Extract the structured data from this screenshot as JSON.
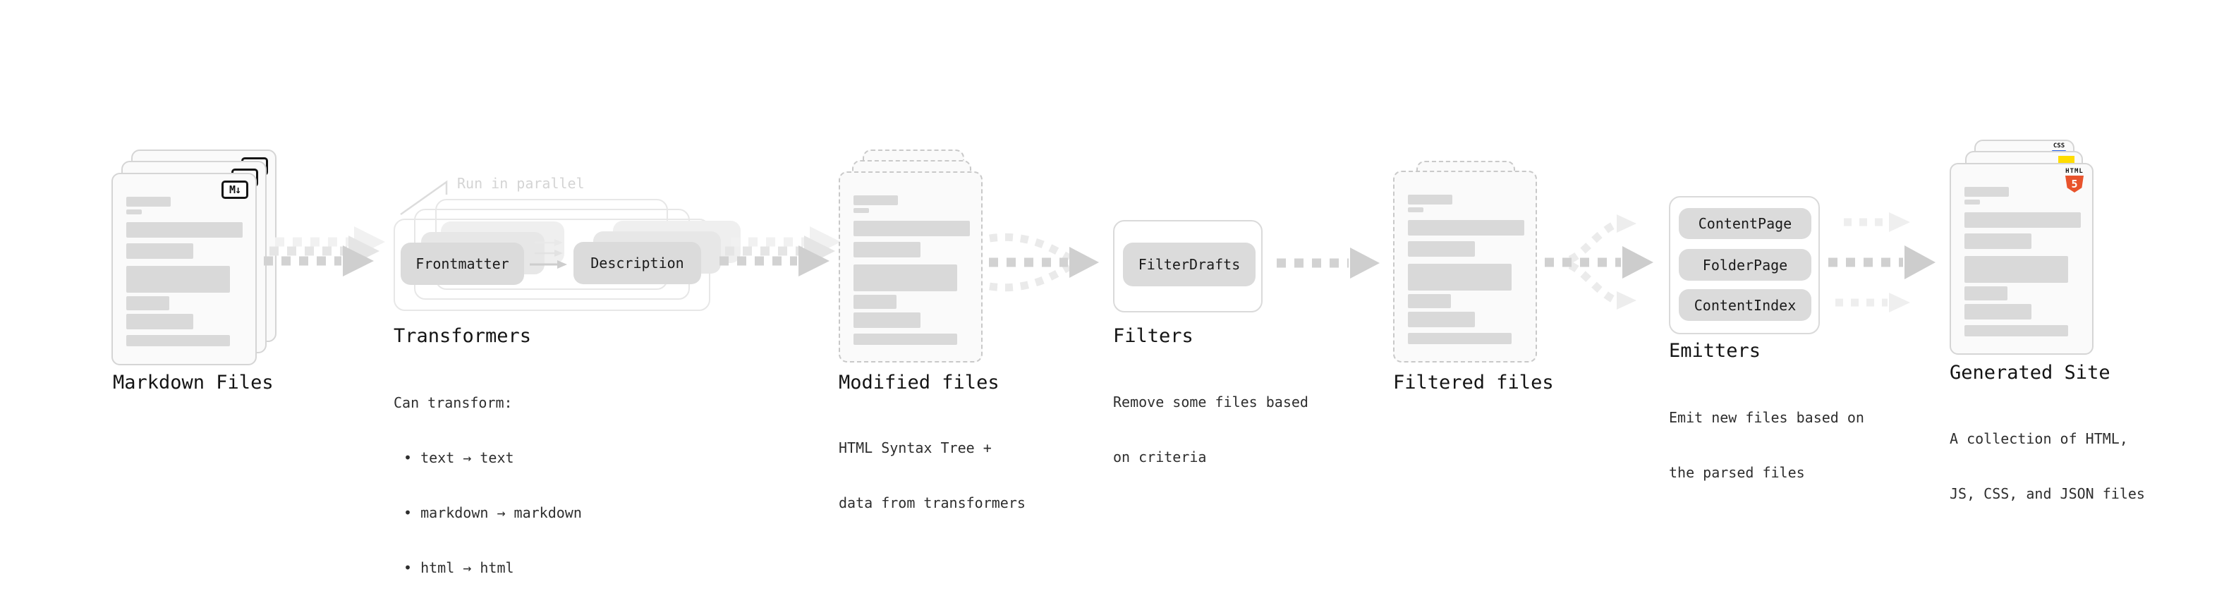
{
  "colors": {
    "js_badge_yellow": "#ffdd00",
    "css_badge_blue": "#2760e8",
    "html5_orange": "#e8532c",
    "skeleton_gray": "#d9d9d9",
    "arrow_gray": "#d0d0d0",
    "note_gray": "#d4d4d4"
  },
  "stages": {
    "markdown_files": {
      "title": "Markdown Files",
      "file_badge": "M↓"
    },
    "transformers": {
      "title": "Transformers",
      "note": "Run in parallel",
      "pills": [
        "Frontmatter",
        "Description"
      ],
      "body": [
        "Can transform:",
        "• text → text",
        "• markdown → markdown",
        "• html → html"
      ]
    },
    "modified_files": {
      "title": "Modified files",
      "body": [
        "HTML Syntax Tree +",
        "data from transformers"
      ]
    },
    "filters": {
      "title": "Filters",
      "pills": [
        "FilterDrafts"
      ],
      "body": [
        "Remove some files based",
        "on criteria"
      ]
    },
    "filtered_files": {
      "title": "Filtered files"
    },
    "emitters": {
      "title": "Emitters",
      "pills": [
        "ContentPage",
        "FolderPage",
        "ContentIndex"
      ],
      "body": [
        "Emit new files based on",
        "the parsed files"
      ]
    },
    "generated_site": {
      "title": "Generated Site",
      "body": [
        "A collection of HTML,",
        "JS, CSS, and JSON files"
      ],
      "css_badge": "CSS",
      "html_badge_label": "HTML",
      "html_badge_number": "5"
    }
  }
}
